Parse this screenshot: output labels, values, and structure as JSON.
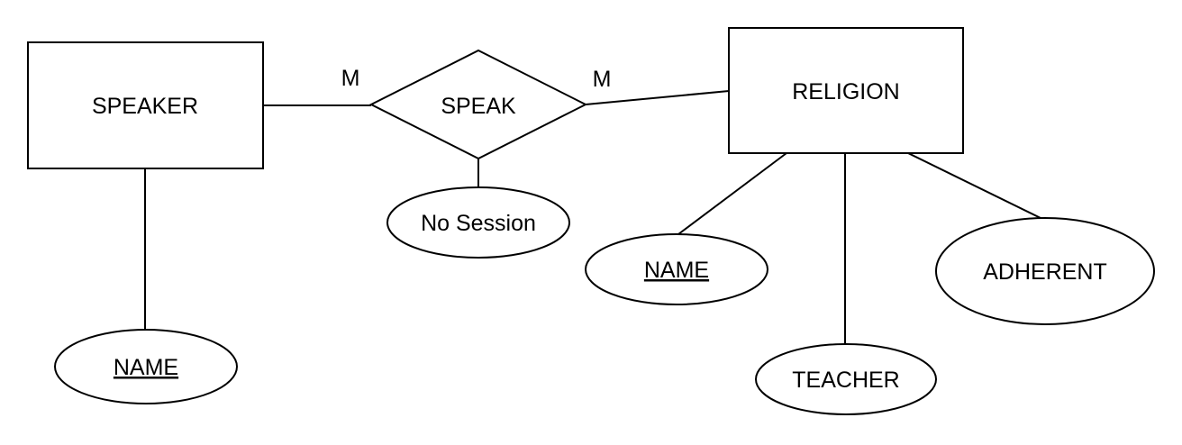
{
  "diagram": {
    "type": "entity-relationship",
    "background_color": "#ffffff",
    "stroke_color": "#000000",
    "text_color": "#000000",
    "entities": [
      {
        "label": "SPEAKER"
      },
      {
        "label": "RELIGION"
      }
    ],
    "relationship": {
      "label": "SPEAK",
      "left_cardinality": "M",
      "right_cardinality": "M"
    },
    "attributes": {
      "speaker_name": {
        "label": "NAME",
        "is_key": true,
        "owner": "SPEAKER"
      },
      "speak_no_session": {
        "label": "No Session",
        "is_key": false,
        "owner": "SPEAK"
      },
      "religion_name": {
        "label": "NAME",
        "is_key": true,
        "owner": "RELIGION"
      },
      "religion_teacher": {
        "label": "TEACHER",
        "is_key": false,
        "owner": "RELIGION"
      },
      "religion_adherent": {
        "label": "ADHERENT",
        "is_key": false,
        "owner": "RELIGION"
      }
    }
  }
}
